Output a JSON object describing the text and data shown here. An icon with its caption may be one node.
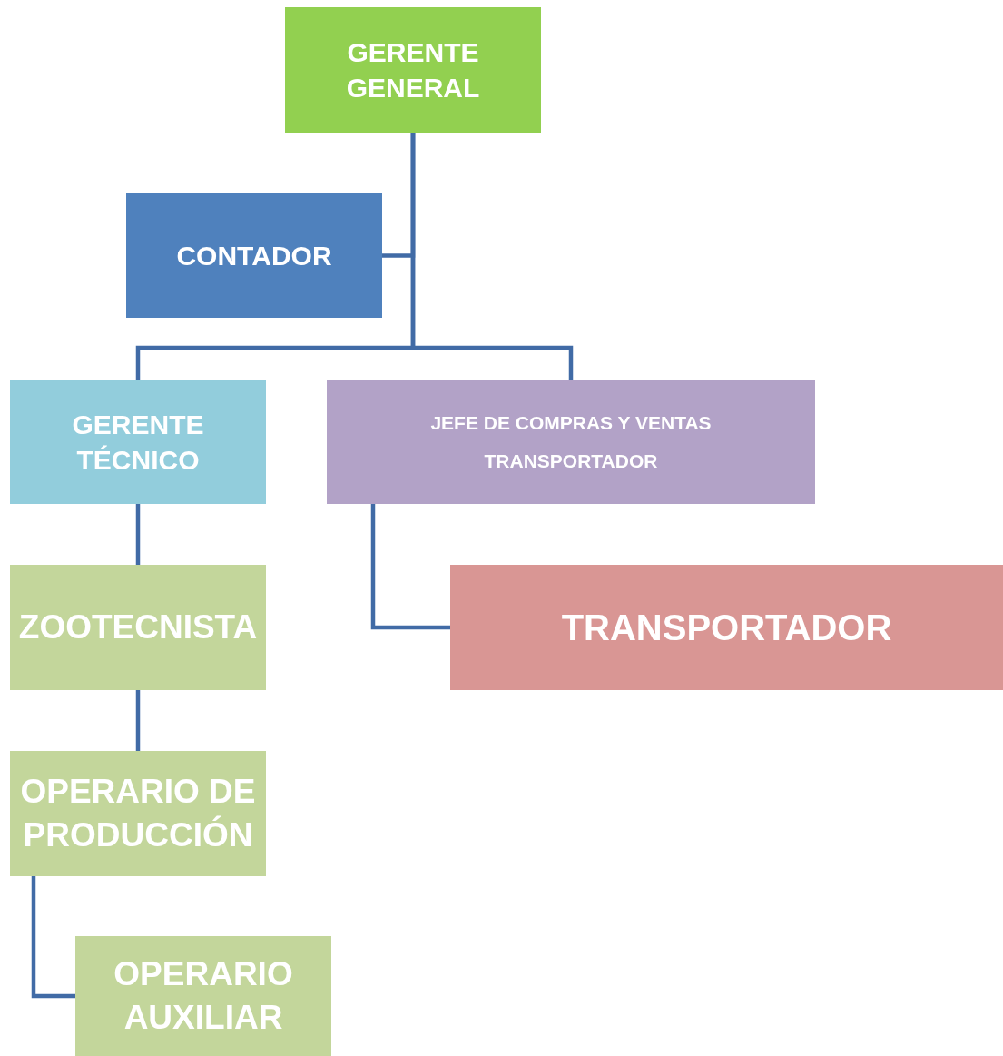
{
  "diagram": {
    "nodes": [
      {
        "text": [
          "GERENTE GENERAL"
        ]
      },
      {
        "text": [
          "CONTADOR"
        ]
      },
      {
        "text": [
          "GERENTE TÉCNICO"
        ]
      },
      {
        "text": [
          "JEFE DE COMPRAS Y VENTAS TRANSPORTADOR"
        ]
      },
      {
        "text": [
          "ZOOTECNISTA"
        ]
      },
      {
        "text": [
          "TRANSPORTADOR"
        ]
      },
      {
        "text": [
          "OPERARIO DE PRODUCCIÓN"
        ]
      },
      {
        "text": [
          "OPERARIO AUXILIAR"
        ]
      }
    ],
    "edges": [
      {
        "from": 0,
        "to": 1,
        "arrow": "none"
      },
      {
        "from": 0,
        "to": 2,
        "arrow": "none"
      },
      {
        "from": 0,
        "to": 3,
        "arrow": "none"
      },
      {
        "from": 2,
        "to": 4,
        "arrow": "none"
      },
      {
        "from": 3,
        "to": 5,
        "arrow": "none"
      },
      {
        "from": 4,
        "to": 6,
        "arrow": "none"
      },
      {
        "from": 6,
        "to": 7,
        "arrow": "none"
      }
    ]
  }
}
